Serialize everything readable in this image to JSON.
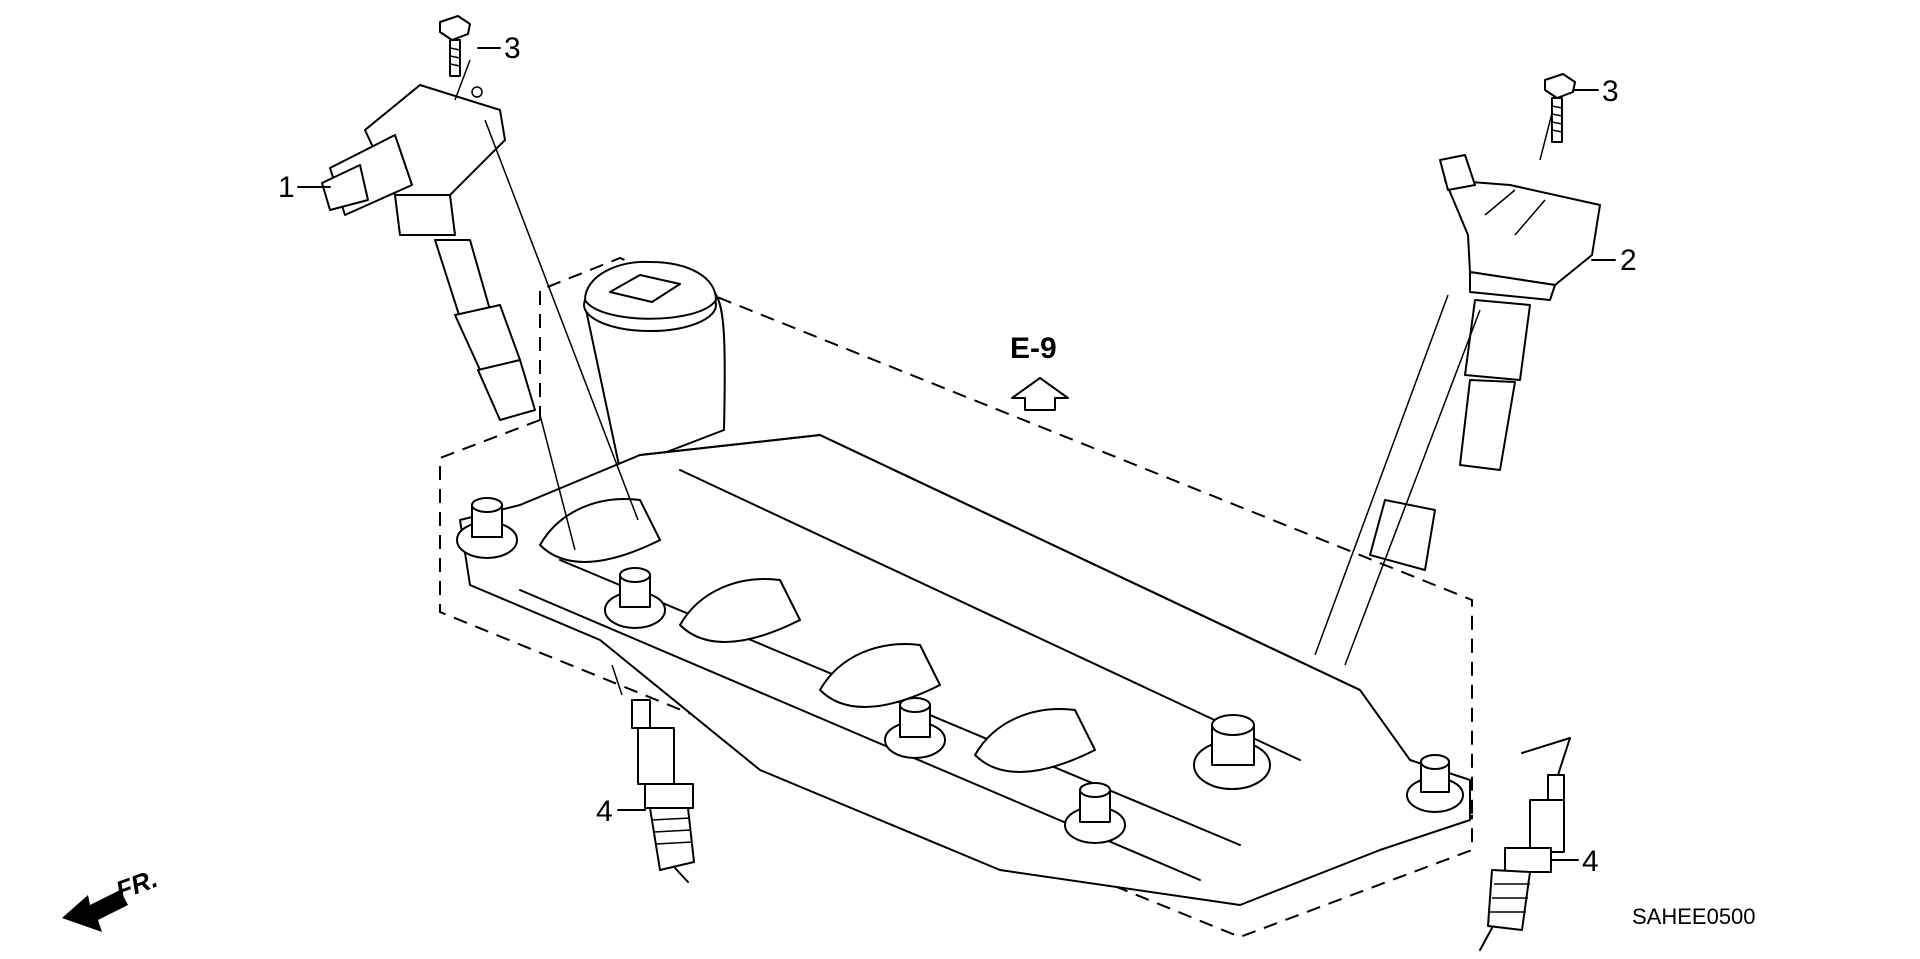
{
  "diagram": {
    "callouts": [
      {
        "id": "coil-left",
        "label": "1"
      },
      {
        "id": "coil-right",
        "label": "2"
      },
      {
        "id": "bolt-left",
        "label": "3"
      },
      {
        "id": "bolt-right",
        "label": "3"
      },
      {
        "id": "plug-left",
        "label": "4"
      },
      {
        "id": "plug-right",
        "label": "4"
      }
    ],
    "reference": "E-9",
    "front_marker": "FR.",
    "diagram_code": "SAHEE0500"
  },
  "colors": {
    "line": "#000000",
    "background": "#ffffff",
    "stipple": "#000000"
  }
}
